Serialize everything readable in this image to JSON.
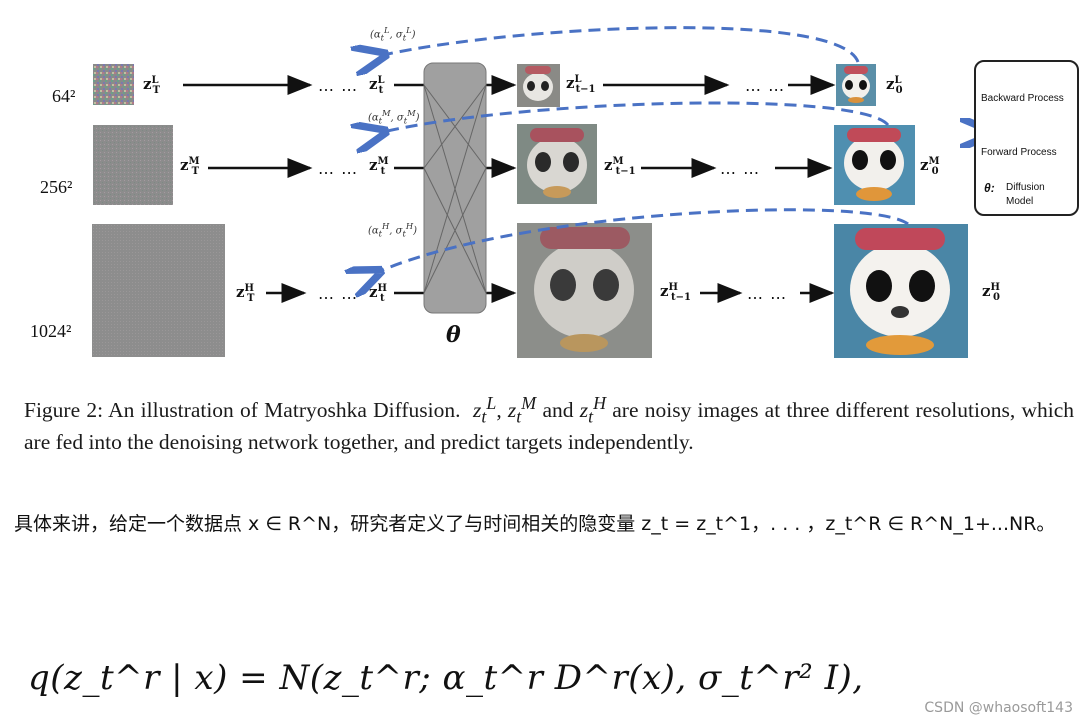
{
  "diagram": {
    "resolutions": [
      "64²",
      "256²",
      "1024²"
    ],
    "rows": {
      "low": {
        "zT": "z",
        "zT_sup": "L",
        "zT_sub": "T",
        "zt": "z",
        "zt_sup": "L",
        "zt_sub": "t",
        "ztm1_sub": "t−1",
        "z0_sub": "0",
        "sup": "L",
        "noise_ann": "(α_t^L, σ_t^L)"
      },
      "mid": {
        "sup": "M",
        "noise_ann": "(α_t^M, σ_t^M)"
      },
      "high": {
        "sup": "H",
        "noise_ann": "(α_t^H, σ_t^H)"
      }
    },
    "dots": "… …",
    "theta": "θ",
    "legend": {
      "backward": "Backward Process",
      "forward": "Forward Process",
      "theta_label": "θ:",
      "model_line1": "Diffusion",
      "model_line2": "Model"
    },
    "colors": {
      "arrow": "#111111",
      "dashed": "#4a72c4",
      "model_box": "#9a9a9a"
    }
  },
  "caption": {
    "prefix": "Figure 2:  An illustration of Matryoshka Diffusion.",
    "middle": " are noisy images at three different resolutions, which are fed into the denoising network together, and predict targets independently.",
    "and_word": "and"
  },
  "chinese_paragraph": "具体来讲，给定一个数据点 x ∈ R^N，研究者定义了与时间相关的隐变量 z_t =  z_t^1，. . . ，z_t^R  ∈ R^N_1+...NR。",
  "formula": "q(z_t^r | x) = N(z_t^r; α_t^r D^r(x), σ_t^r² I),",
  "watermark": "CSDN @whaosoft143"
}
